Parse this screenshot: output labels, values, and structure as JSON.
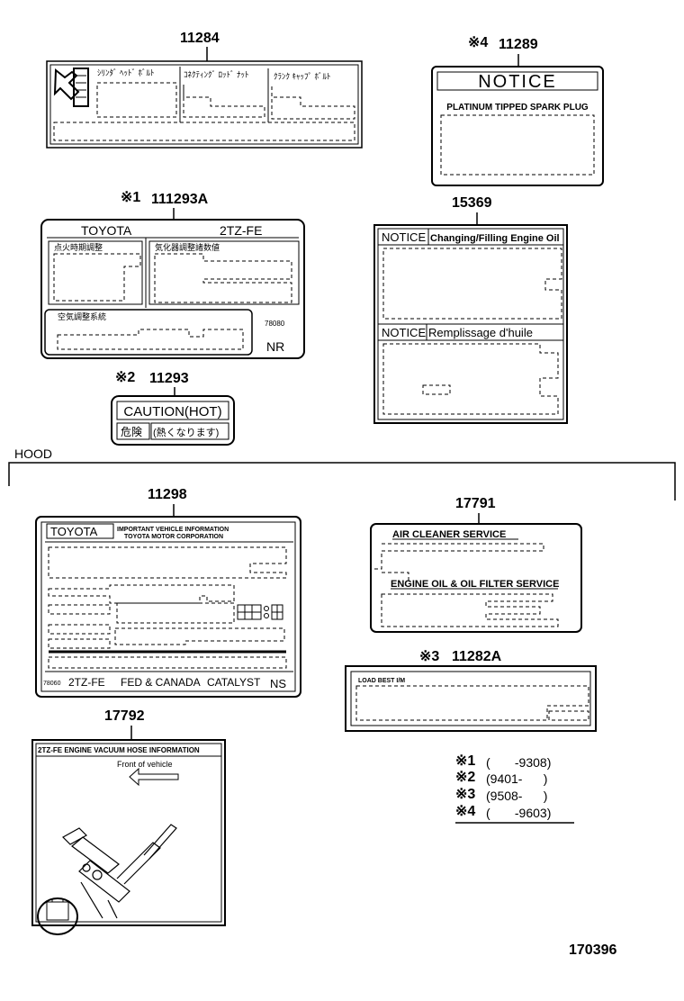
{
  "parts": {
    "p11284": "11284",
    "p11289": "11289",
    "p11289_mark": "※4",
    "p111293a": "111293A",
    "p111293a_mark": "※1",
    "p15369": "15369",
    "p11293": "11293",
    "p11293_mark": "※2",
    "p11298": "11298",
    "p17791": "17791",
    "p11282a": "11282A",
    "p11282a_mark": "※3",
    "p17792": "17792"
  },
  "section_label": "HOOD",
  "labels": {
    "l11284": {
      "cells": [
        "ｼﾘﾝﾀﾞ ﾍｯﾄﾞ ﾎﾞﾙﾄ",
        "ｺﾈｸﾃｨﾝｸﾞ ﾛｯﾄﾞ ﾅｯﾄ",
        "ｸﾗﾝｸ ｷｬｯﾌﾟ ﾎﾞﾙﾄ"
      ]
    },
    "l11289": {
      "header": "NOTICE",
      "line": "PLATINUM TIPPED SPARK PLUG"
    },
    "l111293a": {
      "brand": "TOYOTA",
      "engine": "2TZ-FE",
      "left_title": "点火時期調整",
      "right_title": "気化器調整諸数値",
      "bottom_title": "空気調整系統",
      "code": "78080",
      "suffix": "NR"
    },
    "l15369": {
      "notice1": "NOTICE",
      "title1": "Changing/Filling Engine Oil",
      "notice2": "NOTICE",
      "title2": "Remplissage d'huile"
    },
    "l11293": {
      "caution": "CAUTION(HOT)",
      "jp_left": "危険",
      "jp_right": "(熱くなります)"
    },
    "l11298": {
      "brand": "TOYOTA",
      "line1": "IMPORTANT VEHICLE INFORMATION",
      "line2": "TOYOTA MOTOR CORPORATION",
      "code": "78060",
      "engine": "2TZ-FE",
      "market": "FED & CANADA",
      "catalyst": "CATALYST",
      "suffix": "NS"
    },
    "l17791": {
      "line1": "AIR  CLEANER  SERVICE",
      "line2": "ENGINE OIL & OIL FILTER SERVICE"
    },
    "l11282a": {
      "line1": "LOAD BEST I/M"
    },
    "l17792": {
      "title": "2TZ-FE ENGINE VACUUM HOSE INFORMATION",
      "front": "Front of vehicle"
    }
  },
  "legend": [
    {
      "mark": "※1",
      "range": "(       -9308)"
    },
    {
      "mark": "※2",
      "range": "(9401-      )"
    },
    {
      "mark": "※3",
      "range": "(9508-      )"
    },
    {
      "mark": "※4",
      "range": "(       -9603)"
    }
  ],
  "diagram_code": "170396"
}
